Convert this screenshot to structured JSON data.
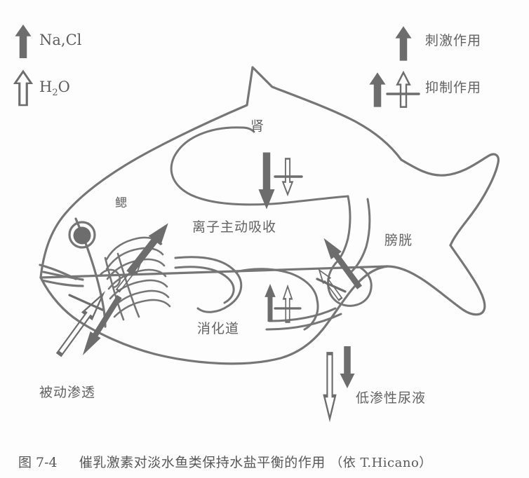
{
  "figure": {
    "caption_index": "图 7-4",
    "caption_title": "催乳激素对淡水鱼类保持水盐平衡的作用",
    "caption_source": "（依 T.Hicano）",
    "ink_color": "#6d6d6d",
    "line_color": "#767676",
    "text_color": "#5f5f5f",
    "background_color": "#fdfdfd"
  },
  "legend_left": {
    "items": [
      {
        "label": "Na,Cl",
        "arrow": "solid-up-arrow",
        "meaning": "solid arrow marks Na,Cl movement"
      },
      {
        "label": "H2O",
        "label_html": "H₂O",
        "arrow": "hollow-up-arrow",
        "meaning": "hollow arrow marks H2O movement"
      }
    ]
  },
  "legend_right": {
    "items": [
      {
        "label": "刺激作用",
        "arrow": "solid-up-arrow",
        "meaning": "stimulating effect"
      },
      {
        "label": "抑制作用",
        "arrow": "solid-plus-struck-hollow-up-arrow",
        "meaning": "inhibiting effect"
      }
    ]
  },
  "diagram_labels": {
    "kidney": "肾",
    "gill": "鳃",
    "ion_active_uptake": "离子主动吸收",
    "bladder": "膀胱",
    "digestive_tract": "消化道",
    "passive_osmosis": "被动渗透",
    "hypotonic_urine": "低渗性尿液"
  },
  "arrow_markers": [
    {
      "name": "kidney-arrows",
      "solid": "down",
      "hollow": "down-struck"
    },
    {
      "name": "gill-arrows",
      "solid": "up-right",
      "hollow": "up-right-struck"
    },
    {
      "name": "body-surface-arrows",
      "solid": "down-left",
      "hollow": "up-right-struck"
    },
    {
      "name": "gut-arrows",
      "solid": "up",
      "hollow": "up-struck"
    },
    {
      "name": "bladder-arrows",
      "solid": "up-left",
      "hollow": "up-left-struck"
    },
    {
      "name": "urine-arrows",
      "solid": "down",
      "hollow": "down-long"
    }
  ]
}
